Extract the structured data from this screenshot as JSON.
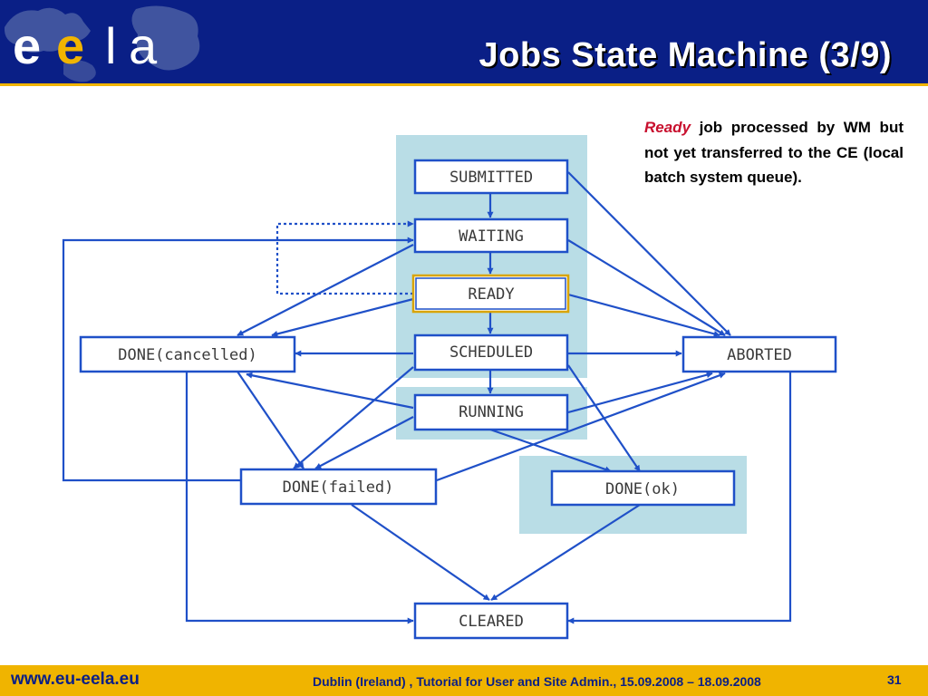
{
  "header": {
    "title": "Jobs State Machine (3/9)",
    "logo_text": "eela"
  },
  "description": {
    "keyword": "Ready",
    "text": "job processed by WM but not yet transferred to the CE (local batch system queue)."
  },
  "diagram": {
    "states": {
      "submitted": "SUBMITTED",
      "waiting": "WAITING",
      "ready": "READY",
      "scheduled": "SCHEDULED",
      "running": "RUNNING",
      "done_cancelled": "DONE(cancelled)",
      "aborted": "ABORTED",
      "done_failed": "DONE(failed)",
      "done_ok": "DONE(ok)",
      "cleared": "CLEARED"
    },
    "highlighted_state": "READY",
    "colors": {
      "arrow": "#1f50c8",
      "state_border": "#1f50c8",
      "highlight_border": "#d9a400",
      "zone_fill": "#b9dde6"
    }
  },
  "footer": {
    "url": "www.eu-eela.eu",
    "event": "Dublin (Ireland) , Tutorial for User and Site Admin., 15.09.2008 – 18.09.2008",
    "page": "31"
  }
}
